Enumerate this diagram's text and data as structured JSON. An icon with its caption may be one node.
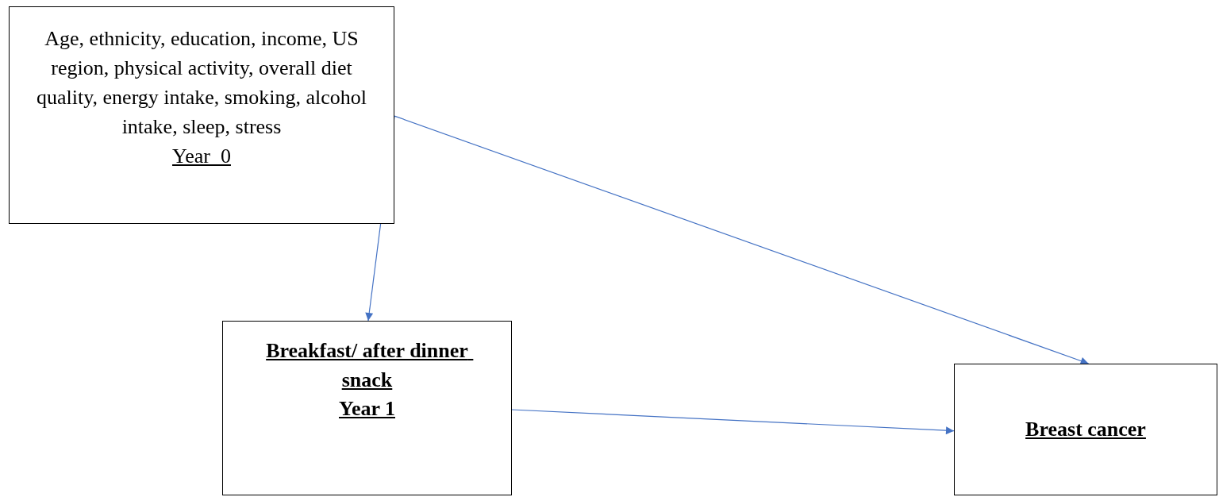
{
  "diagram": {
    "nodes": [
      {
        "text": [
          "Age, ethnicity, education, income, US region, physical activity, overall diet quality, energy intake, smoking, alcohol intake, sleep, stress",
          "Year  0"
        ]
      },
      {
        "text": [
          "Breakfast/ after dinner snack",
          "Year 1"
        ]
      },
      {
        "text": [
          "Breast cancer"
        ]
      }
    ],
    "edges": [
      {
        "from": 0,
        "to": 1,
        "arrow": "to"
      },
      {
        "from": 0,
        "to": 2,
        "arrow": "to"
      },
      {
        "from": 1,
        "to": 2,
        "arrow": "to"
      }
    ]
  }
}
